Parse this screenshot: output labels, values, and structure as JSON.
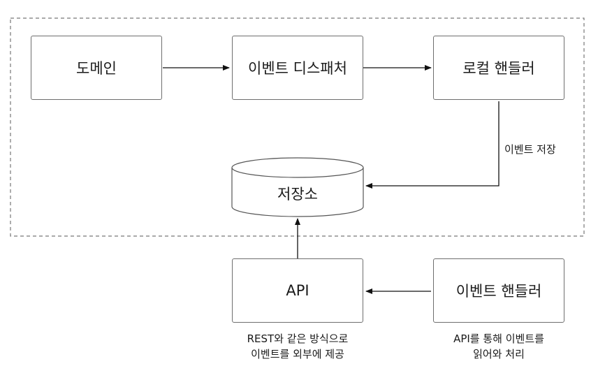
{
  "nodes": {
    "domain": "도메인",
    "event_dispatcher": "이벤트 디스패처",
    "local_handler": "로컬 핸들러",
    "storage": "저장소",
    "api": "API",
    "event_handler": "이벤트 핸들러"
  },
  "edges": {
    "store_event": "이벤트 저장"
  },
  "captions": {
    "api_line1": "REST와 같은 방식으로",
    "api_line2": "이벤트를 외부에 제공",
    "handler_line1": "API를 통해 이벤트를",
    "handler_line2": "읽어와 처리"
  }
}
